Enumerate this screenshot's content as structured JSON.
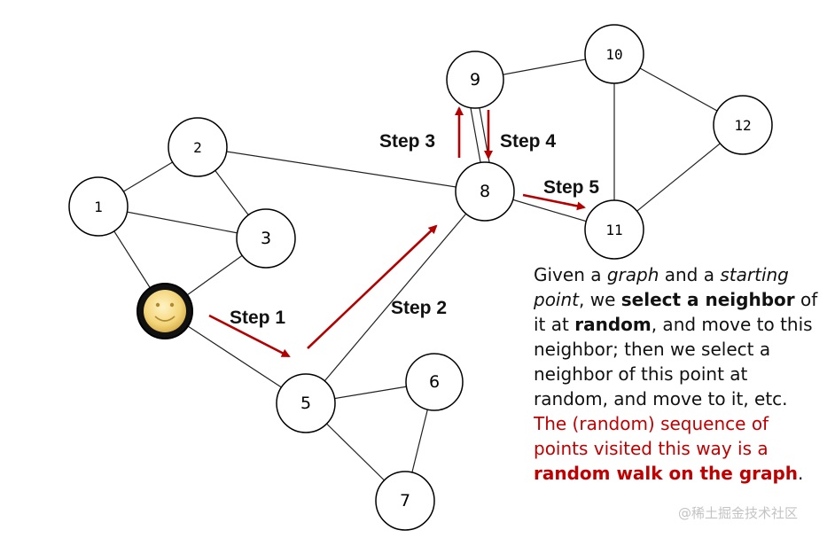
{
  "colors": {
    "edge": "#222222",
    "node_stroke": "#000000",
    "arrow": "#b30000",
    "highlight_text": "#c00000",
    "walker_face": "#f3d57a"
  },
  "graph": {
    "nodes": [
      {
        "id": "1",
        "label": "1",
        "mono": true
      },
      {
        "id": "2",
        "label": "2",
        "mono": true
      },
      {
        "id": "3",
        "label": "3",
        "mono": false
      },
      {
        "id": "5",
        "label": "5",
        "mono": false
      },
      {
        "id": "6",
        "label": "6",
        "mono": false
      },
      {
        "id": "7",
        "label": "7",
        "mono": false
      },
      {
        "id": "8",
        "label": "8",
        "mono": false
      },
      {
        "id": "9",
        "label": "9",
        "mono": false
      },
      {
        "id": "10",
        "label": "10",
        "mono": true
      },
      {
        "id": "11",
        "label": "11",
        "mono": true
      },
      {
        "id": "12",
        "label": "12",
        "mono": true
      }
    ],
    "walker": {
      "icon": "smiley-face-icon"
    },
    "steps": [
      "Step 1",
      "Step 2",
      "Step 3",
      "Step 4",
      "Step 5"
    ]
  },
  "description": {
    "lines": [
      [
        {
          "t": "Given a "
        },
        {
          "t": "graph",
          "i": true
        },
        {
          "t": " and a "
        },
        {
          "t": "starting",
          "i": true
        }
      ],
      [
        {
          "t": "point",
          "i": true
        },
        {
          "t": ", we "
        },
        {
          "t": "select a neighbor",
          "b": true
        },
        {
          "t": " of"
        }
      ],
      [
        {
          "t": "it at "
        },
        {
          "t": "random",
          "b": true
        },
        {
          "t": ", and move to this"
        }
      ],
      [
        {
          "t": "neighbor; then we select a"
        }
      ],
      [
        {
          "t": "neighbor of this point at"
        }
      ],
      [
        {
          "t": "random, and move to it, etc."
        }
      ],
      [
        {
          "t": "The (random) sequence of",
          "r": true
        }
      ],
      [
        {
          "t": "points visited this way is a",
          "r": true
        }
      ],
      [
        {
          "t": "random walk on the graph",
          "r": true,
          "b": true
        },
        {
          "t": "."
        }
      ]
    ]
  },
  "watermark": "@稀土掘金技术社区"
}
